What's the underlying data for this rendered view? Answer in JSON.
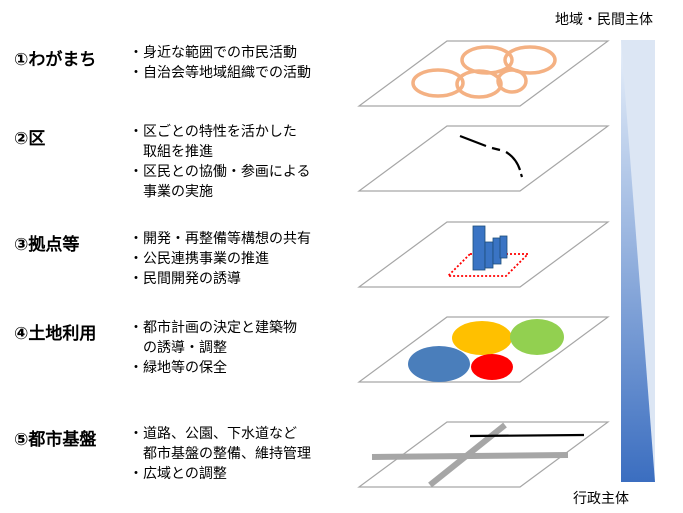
{
  "axis": {
    "top_label": "地域・民間主体",
    "bottom_label": "行政主体"
  },
  "layers": [
    {
      "title": "①わがまち",
      "lines": [
        "・身近な範囲での市民活動",
        "・自治会等地域組織での活動"
      ]
    },
    {
      "title": "②区",
      "lines": [
        "・区ごとの特性を活かした",
        "　取組を推進",
        "・区民との協働・参画による",
        "　事業の実施"
      ]
    },
    {
      "title": "③拠点等",
      "lines": [
        "・開発・再整備等構想の共有",
        "・公民連携事業の推進",
        "・民間開発の誘導"
      ]
    },
    {
      "title": "④土地利用",
      "lines": [
        "・都市計画の決定と建築物",
        "　の誘導・調整",
        "・緑地等の保全"
      ]
    },
    {
      "title": "⑤都市基盤",
      "lines": [
        "・道路、公園、下水道など",
        "　都市基盤の整備、維持管理",
        "・広域との調整"
      ]
    }
  ],
  "colors": {
    "circles": "#f4b183",
    "plane": "#a6a6a6",
    "orange": "#ffc000",
    "green": "#92d050",
    "blue": "#4a7ebb",
    "red": "#ff0000",
    "building": "#3a74c4",
    "road": "#a6a6a6",
    "gradient_top": "#e8f0fa",
    "gradient_bottom": "#3b6ec0"
  }
}
